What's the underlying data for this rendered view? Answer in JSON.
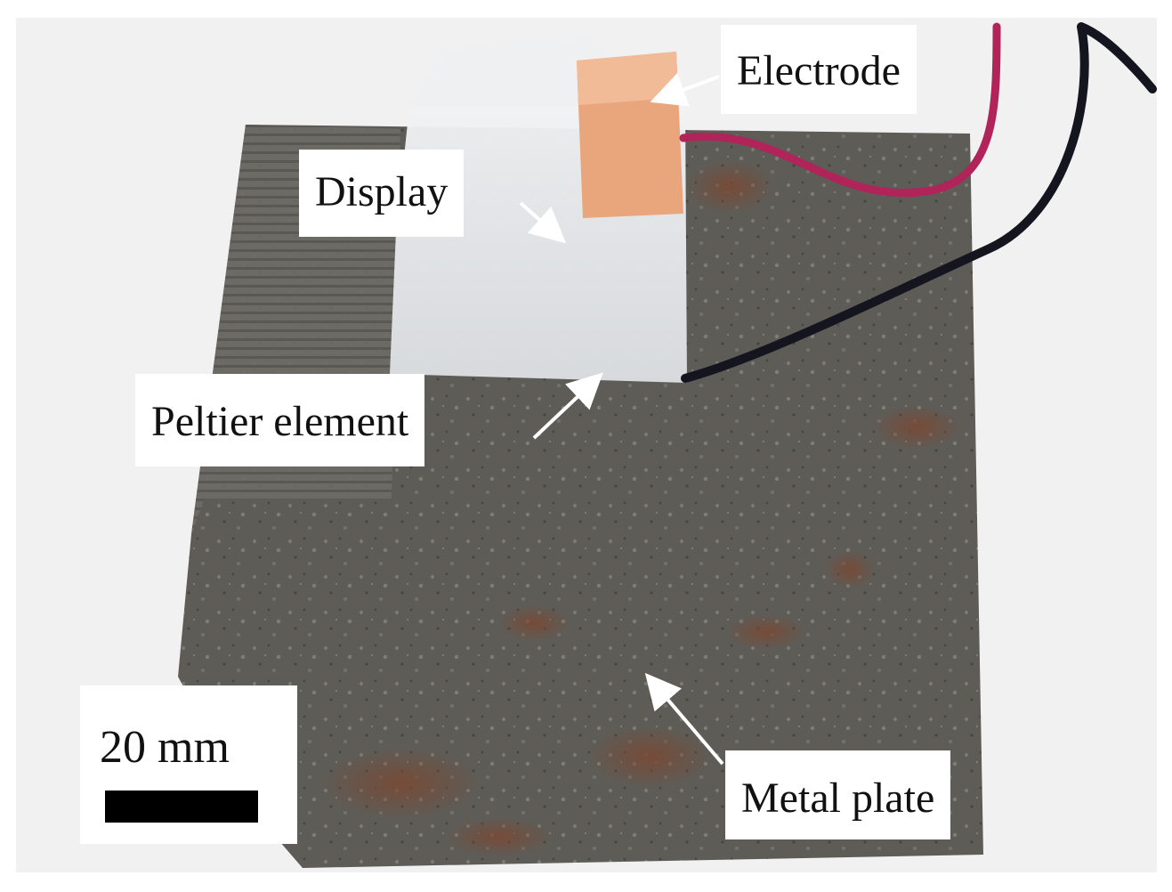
{
  "labels": {
    "electrode": "Electrode",
    "display": "Display",
    "peltier": "Peltier element",
    "metal_plate": "Metal plate"
  },
  "scale_bar": {
    "text": "20 mm"
  },
  "colors": {
    "background": "#ffffff",
    "metal_plate": "#5f5d58",
    "rust": "#7a4a35",
    "display_film": "#e6e9ec",
    "electrode_copper": "#e8a37a",
    "wire_red": "#b0245a",
    "wire_black": "#151520"
  }
}
